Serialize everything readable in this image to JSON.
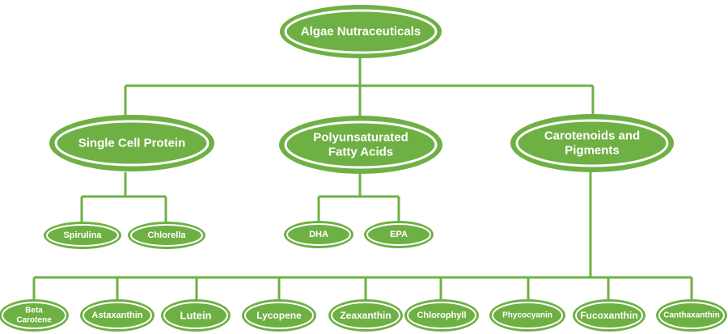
{
  "diagram": {
    "colors": {
      "green": "#6fb044",
      "white": "#ffffff"
    },
    "root": {
      "label": "Algae Nutraceuticals"
    },
    "categories": [
      {
        "label_lines": [
          "Single Cell Protein"
        ]
      },
      {
        "label_lines": [
          "Polyunsaturated",
          "Fatty Acids"
        ]
      },
      {
        "label_lines": [
          "Carotenoids and",
          "Pigments"
        ]
      }
    ],
    "scp_items": [
      "Spirulina",
      "Chlorella"
    ],
    "pufa_items": [
      "DHA",
      "EPA"
    ],
    "pigment_items": [
      {
        "label_lines": [
          "Beta",
          "Carotene"
        ]
      },
      {
        "label_lines": [
          "Astaxanthin"
        ]
      },
      {
        "label_lines": [
          "Lutein"
        ]
      },
      {
        "label_lines": [
          "Lycopene"
        ]
      },
      {
        "label_lines": [
          "Zeaxanthin"
        ]
      },
      {
        "label_lines": [
          "Chlorophyll"
        ]
      },
      {
        "label_lines": [
          "Phycocyanin"
        ]
      },
      {
        "label_lines": [
          "Fucoxanthin"
        ]
      },
      {
        "label_lines": [
          "Canthaxanthin"
        ]
      }
    ]
  }
}
